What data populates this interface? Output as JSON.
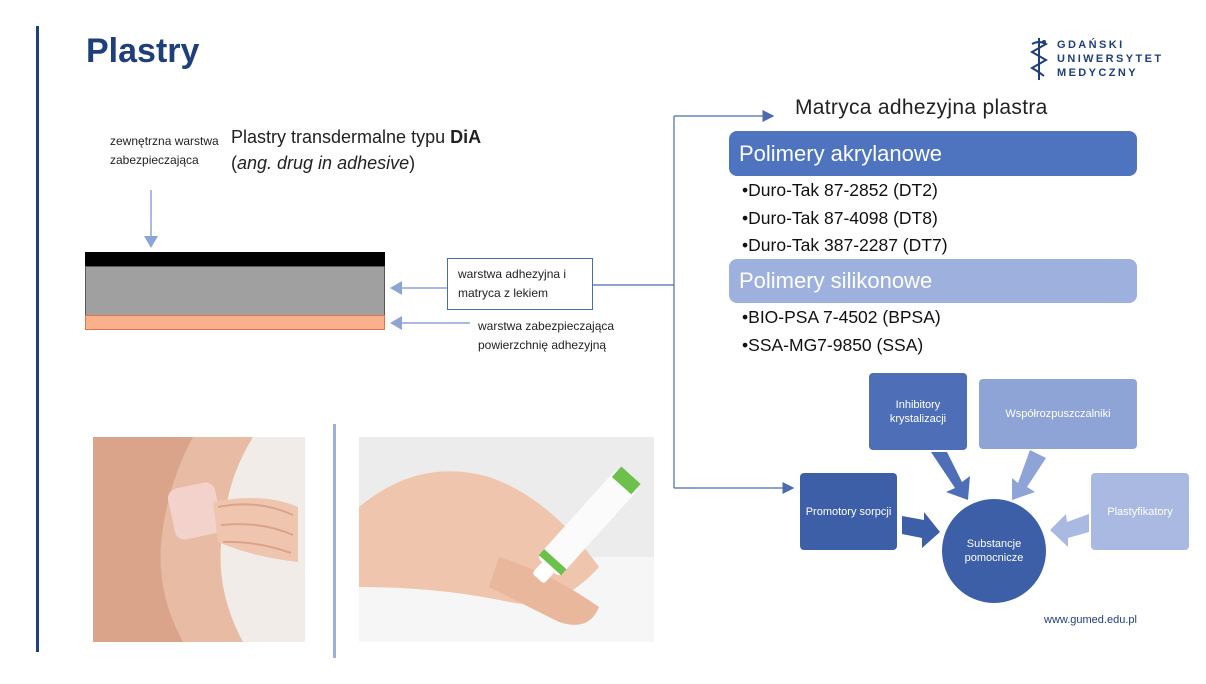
{
  "title": "Plastry",
  "logo": {
    "lines": [
      "GDAŃSKI",
      "UNIWERSYTET",
      "MEDYCZNY"
    ],
    "icon": "aesculapius-staff-icon"
  },
  "subtitle": {
    "prefix": "Plastry transdermalne typu ",
    "bold": "DiA",
    "italic": "ang. drug in adhesive",
    "open_paren": "(",
    "close_paren": ")"
  },
  "patch_diagram": {
    "outer_label": "zewnętrzna warstwa zabezpieczająca",
    "adhesive_label_line1": "warstwa adhezyjna i",
    "adhesive_label_line2": "matryca z lekiem",
    "protective_label_line1": "warstwa zabezpieczająca",
    "protective_label_line2": "powierzchnię adhezyjną",
    "colors": {
      "outer_layer": "#000000",
      "adhesive_layer": "#a0a0a0",
      "protective_layer": "#f8b08d"
    }
  },
  "matrix": {
    "title": "Matryca adhezyjna plastra",
    "groups": [
      {
        "label": "Polimery akrylanowe",
        "color": "#4e74c0",
        "items": [
          "Duro-Tak 87-2852 (DT2)",
          "Duro-Tak 87-4098 (DT8)",
          "Duro-Tak 387-2287 (DT7)"
        ]
      },
      {
        "label": "Polimery silikonowe",
        "color": "#9db0de",
        "items": [
          "BIO-PSA 7-4502 (BPSA)",
          "SSA-MG7-9850 (SSA)"
        ]
      }
    ]
  },
  "excipients": {
    "center": "Substancje pomocnicze",
    "nodes": [
      "Inhibitory krystalizacji",
      "Współrozpuszczalniki",
      "Promotory sorpcji",
      "Plastyfikatory"
    ]
  },
  "footer_url": "www.gumed.edu.pl",
  "accent_color": "#1f3f7a"
}
